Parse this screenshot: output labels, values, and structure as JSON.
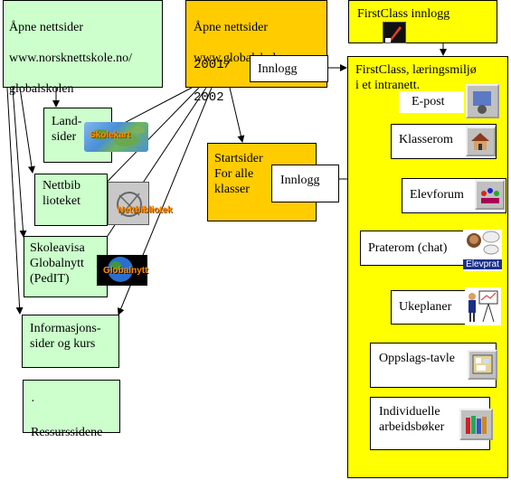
{
  "left": {
    "main": {
      "title": "Åpne nettsider",
      "url": "www.norsknettskole.no/",
      "path": "globalskolen"
    },
    "land": {
      "label": "Land-\nsider",
      "icon": "Skolekart"
    },
    "nettbib": {
      "label": "Nettbib\nlioteket",
      "icon": "Nettbibliotek"
    },
    "skoleavisa": {
      "label": "Skoleavisa\nGlobalnytt\n(PedIT)",
      "icon": "Globalnytt"
    },
    "info": {
      "label": "Informasjons-\nsider og kurs"
    },
    "ressurs": {
      "dot": "·",
      "label": "Ressurssidene"
    }
  },
  "middle": {
    "main": {
      "title": "Åpne nettsider",
      "url": "www.globalskolen.no",
      "year1": "2001/",
      "year2": "2002"
    },
    "innlogg_top": "Innlogg",
    "startsider": {
      "label": "Startsider\nFor alle\nklasser"
    },
    "innlogg_mid": "Innlogg"
  },
  "right": {
    "firstclass_login": {
      "label": "FirstClass innlogg",
      "icon_name": "firstclass-app-icon"
    },
    "main": {
      "title": "FirstClass, læringsmiljø\ni et intranett."
    },
    "items": [
      {
        "label": "E-post",
        "icon_name": "mailbox-icon"
      },
      {
        "label": "Klasserom",
        "icon_name": "school-house-icon"
      },
      {
        "label": "Elevforum",
        "icon_name": "forum-icon"
      },
      {
        "label": "Praterom (chat)",
        "icon_name": "chat-people-icon",
        "icon_text": "Elevprat"
      },
      {
        "label": "Ukeplaner",
        "icon_name": "presentation-easel-icon"
      },
      {
        "label": "Oppslags-tavle",
        "icon_name": "bulletin-board-icon"
      },
      {
        "label": "Individuelle\narbeidsbøker",
        "icon_name": "books-icon"
      }
    ]
  }
}
